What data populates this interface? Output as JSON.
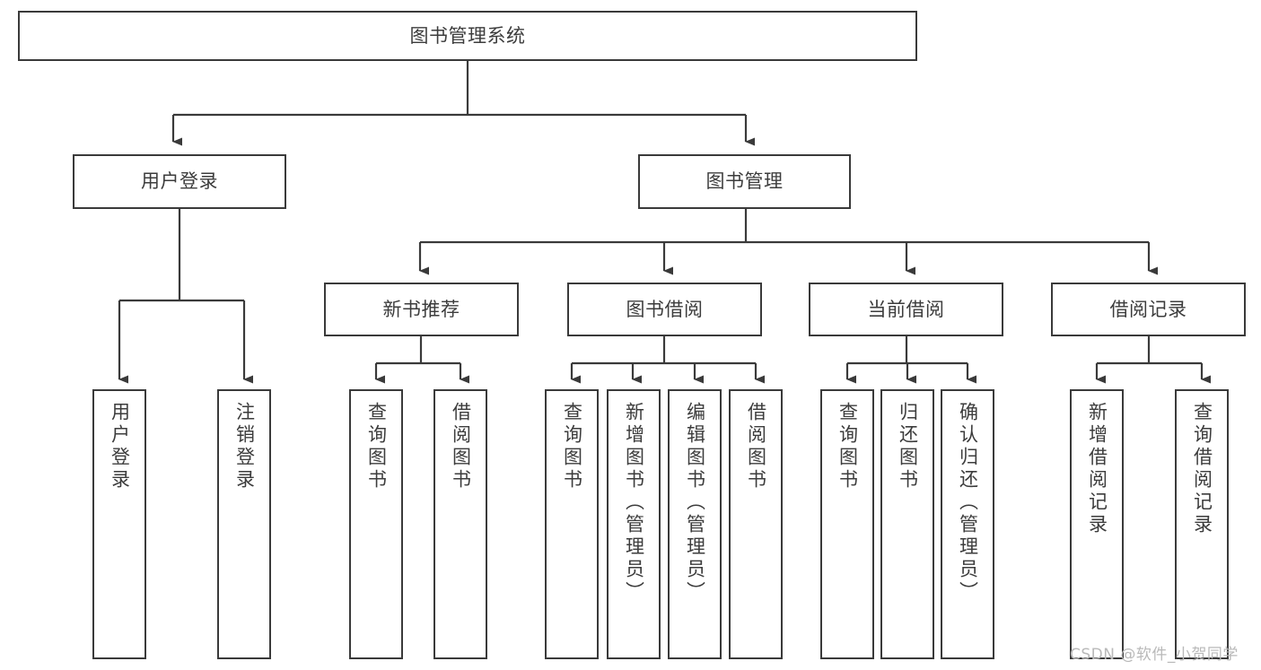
{
  "diagram": {
    "title": "图书管理系统",
    "type": "tree-hierarchy",
    "stroke_color": "#3a3a3a",
    "text_color": "#3c3c3c",
    "background_color": "#ffffff"
  },
  "root": {
    "label": "图书管理系统"
  },
  "level2": {
    "user_login": {
      "label": "用户登录"
    },
    "book_manage": {
      "label": "图书管理"
    }
  },
  "level3": {
    "new_book": {
      "label": "新书推荐"
    },
    "borrow": {
      "label": "图书借阅"
    },
    "current": {
      "label": "当前借阅"
    },
    "record": {
      "label": "借阅记录"
    }
  },
  "leaves": {
    "user_login": [
      {
        "label": "用户登录"
      },
      {
        "label": "注销登录"
      }
    ],
    "new_book": [
      {
        "label": "查询图书"
      },
      {
        "label": "借阅图书"
      }
    ],
    "borrow": [
      {
        "label": "查询图书"
      },
      {
        "label": "新增图书（管理员）"
      },
      {
        "label": "编辑图书（管理员）"
      },
      {
        "label": "借阅图书"
      }
    ],
    "current": [
      {
        "label": "查询图书"
      },
      {
        "label": "归还图书"
      },
      {
        "label": "确认归还（管理员）"
      }
    ],
    "record": [
      {
        "label": "新增借阅记录"
      },
      {
        "label": "查询借阅记录"
      }
    ]
  },
  "watermark": {
    "text": "CSDN @软件_小贺同学"
  }
}
